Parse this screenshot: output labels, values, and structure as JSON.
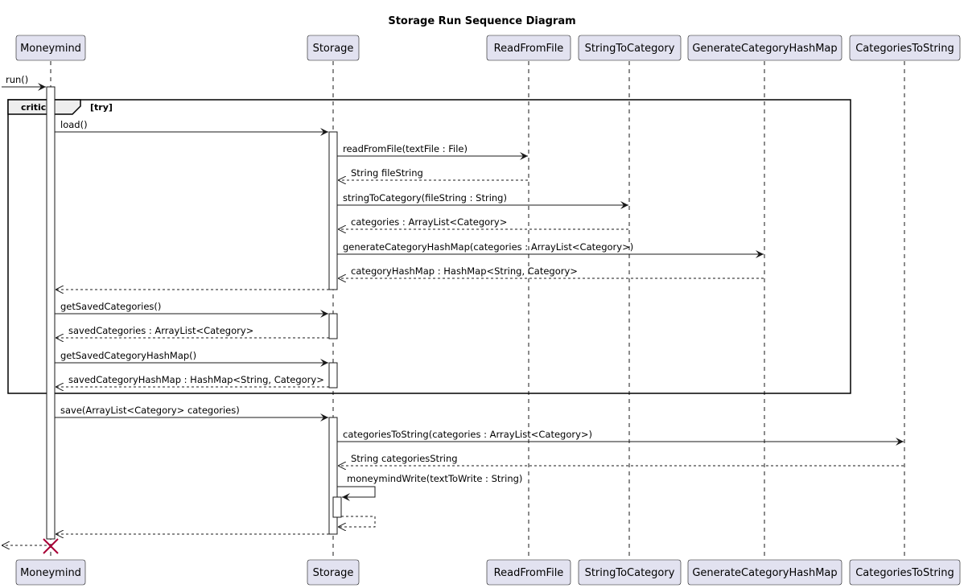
{
  "title": "Storage Run Sequence Diagram",
  "participants": [
    {
      "id": "moneymind",
      "label": "Moneymind"
    },
    {
      "id": "storage",
      "label": "Storage"
    },
    {
      "id": "readfromfile",
      "label": "ReadFromFile"
    },
    {
      "id": "stringtocategory",
      "label": "StringToCategory"
    },
    {
      "id": "generatecategoryhashmap",
      "label": "GenerateCategoryHashMap"
    },
    {
      "id": "categoriestostring",
      "label": "CategoriesToString"
    }
  ],
  "fragment": {
    "operator": "critical",
    "guard": "[try]"
  },
  "messages": [
    {
      "id": "run",
      "label": "run()",
      "from": "external",
      "to": "moneymind",
      "kind": "sync"
    },
    {
      "id": "load",
      "label": "load()",
      "from": "moneymind",
      "to": "storage",
      "kind": "sync"
    },
    {
      "id": "readfromfile-call",
      "label": "readFromFile(textFile : File)",
      "from": "storage",
      "to": "readfromfile",
      "kind": "sync"
    },
    {
      "id": "filestring-return",
      "label": "String fileString",
      "from": "readfromfile",
      "to": "storage",
      "kind": "return"
    },
    {
      "id": "stringtocategory-call",
      "label": "stringToCategory(fileString : String)",
      "from": "storage",
      "to": "stringtocategory",
      "kind": "sync"
    },
    {
      "id": "categories-return",
      "label": "categories : ArrayList<Category>",
      "from": "stringtocategory",
      "to": "storage",
      "kind": "return"
    },
    {
      "id": "generatehashmap-call",
      "label": "generateCategoryHashMap(categories : ArrayList<Category>)",
      "from": "storage",
      "to": "generatecategoryhashmap",
      "kind": "sync"
    },
    {
      "id": "hashmap-return",
      "label": "categoryHashMap : HashMap<String, Category>",
      "from": "generatecategoryhashmap",
      "to": "storage",
      "kind": "return"
    },
    {
      "id": "load-return",
      "label": "",
      "from": "storage",
      "to": "moneymind",
      "kind": "return"
    },
    {
      "id": "getsavedcategories-call",
      "label": "getSavedCategories()",
      "from": "moneymind",
      "to": "storage",
      "kind": "sync"
    },
    {
      "id": "savedcategories-return",
      "label": "savedCategories : ArrayList<Category>",
      "from": "storage",
      "to": "moneymind",
      "kind": "return"
    },
    {
      "id": "getsavedhashmap-call",
      "label": "getSavedCategoryHashMap()",
      "from": "moneymind",
      "to": "storage",
      "kind": "sync"
    },
    {
      "id": "savedhashmap-return",
      "label": "savedCategoryHashMap : HashMap<String, Category>",
      "from": "storage",
      "to": "moneymind",
      "kind": "return"
    },
    {
      "id": "save-call",
      "label": "save(ArrayList<Category> categories)",
      "from": "moneymind",
      "to": "storage",
      "kind": "sync"
    },
    {
      "id": "categoriestostring-call",
      "label": "categoriesToString(categories : ArrayList<Category>)",
      "from": "storage",
      "to": "categoriestostring",
      "kind": "sync"
    },
    {
      "id": "categoriesstring-return",
      "label": "String categoriesString",
      "from": "categoriestostring",
      "to": "storage",
      "kind": "return"
    },
    {
      "id": "moneymindwrite-call",
      "label": "moneymindWrite(textToWrite : String)",
      "from": "storage",
      "to": "storage",
      "kind": "self"
    },
    {
      "id": "moneymindwrite-return",
      "label": "",
      "from": "storage",
      "to": "storage",
      "kind": "self-return"
    },
    {
      "id": "save-return",
      "label": "",
      "from": "storage",
      "to": "moneymind",
      "kind": "return"
    },
    {
      "id": "run-return",
      "label": "",
      "from": "moneymind",
      "to": "external",
      "kind": "return"
    }
  ],
  "colors": {
    "participant_fill": "#e2e2f0",
    "participant_stroke": "#181818",
    "lifeline": "#181818",
    "activation_fill": "#ffffff",
    "arrow": "#181818",
    "destroy": "#a80036"
  }
}
